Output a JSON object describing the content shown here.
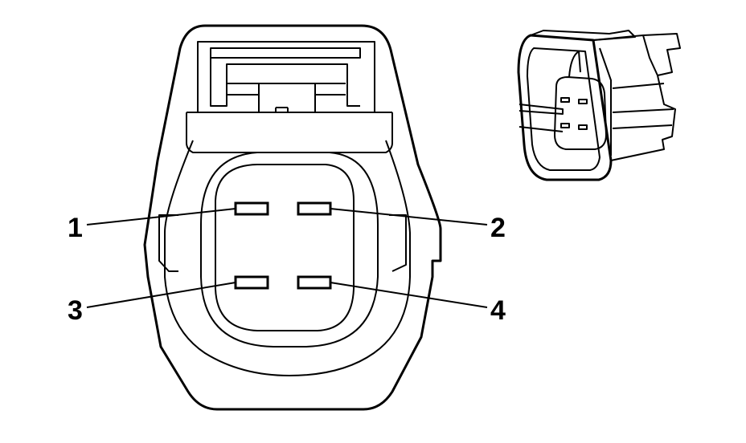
{
  "diagram": {
    "type": "connector-end-view",
    "pins": [
      {
        "label": "1"
      },
      {
        "label": "2"
      },
      {
        "label": "3"
      },
      {
        "label": "4"
      }
    ],
    "colors": {
      "line": "#000000",
      "background": "#ffffff"
    }
  }
}
